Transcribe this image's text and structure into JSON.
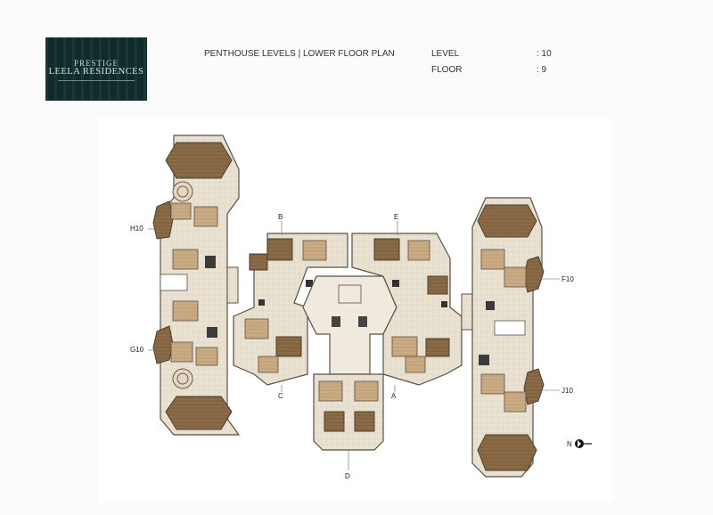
{
  "logo": {
    "line1": "PRESTIGE",
    "line2": "LEELA RESIDENCES"
  },
  "header": {
    "title": "PENTHOUSE LEVELS | LOWER FLOOR PLAN",
    "level_label": "LEVEL",
    "level_value": ": 10",
    "floor_label": "FLOOR",
    "floor_value": ": 9"
  },
  "plan": {
    "unit_labels": [
      "B",
      "E",
      "H10",
      "F10",
      "G10",
      "J10",
      "C",
      "A",
      "D"
    ],
    "north_label": "N"
  },
  "colors": {
    "logo_bg": "#0f2b2b",
    "wood": "#8a6a44",
    "floor": "#e8dfcf",
    "wall": "#5a5148"
  }
}
